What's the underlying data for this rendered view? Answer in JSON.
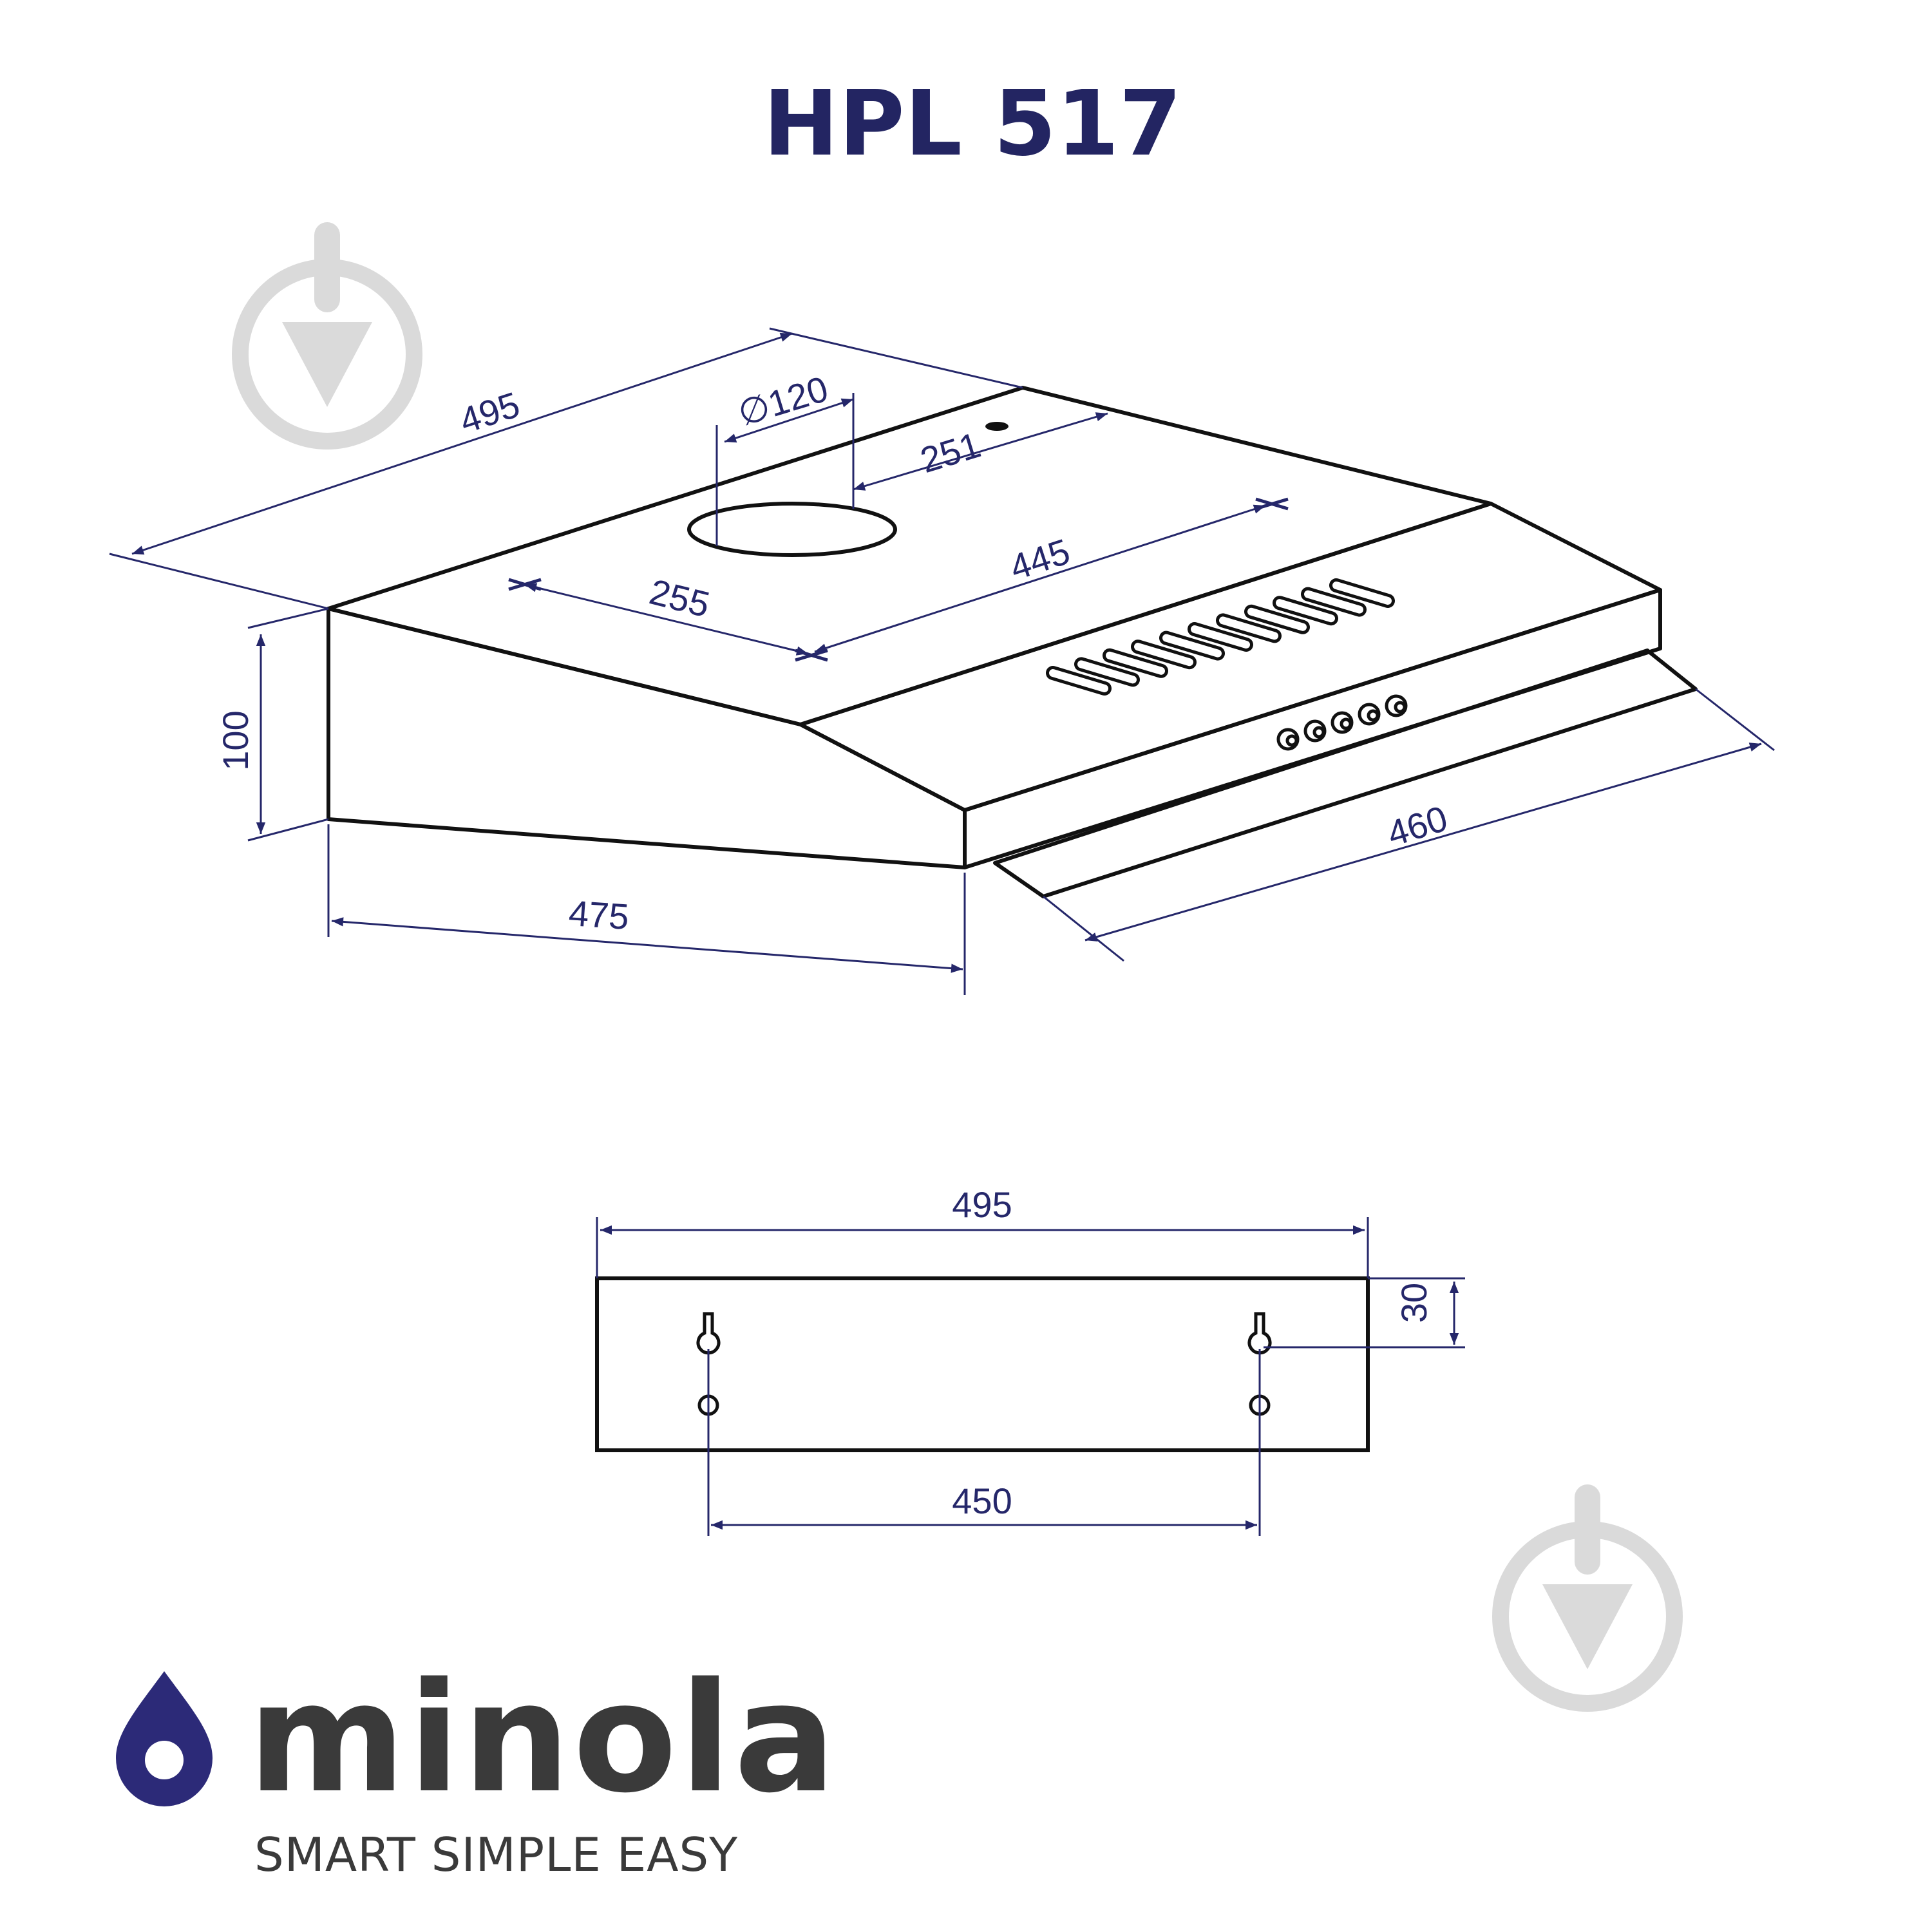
{
  "title": "HPL 517",
  "colors": {
    "title": "#232562",
    "dimension": "#25276a",
    "outline": "#111111",
    "logo_drop": "#2c2a78",
    "logo_text": "#3a3a3a",
    "watermark": "#dadada"
  },
  "icons": {
    "logo": "water-drop-icon",
    "watermark": "download-arrow-icon"
  },
  "dimensions": {
    "top_width": "495",
    "duct_diameter": "∅120",
    "duct_offset": "251",
    "front_hole_offset": "255",
    "hole_spacing": "445",
    "height": "100",
    "side_depth": "475",
    "front_width": "460",
    "rear_width": "495",
    "mount_offset": "30",
    "mount_spacing": "450"
  },
  "brand": {
    "name": "minola",
    "slogan": "SMART SIMPLE EASY"
  }
}
